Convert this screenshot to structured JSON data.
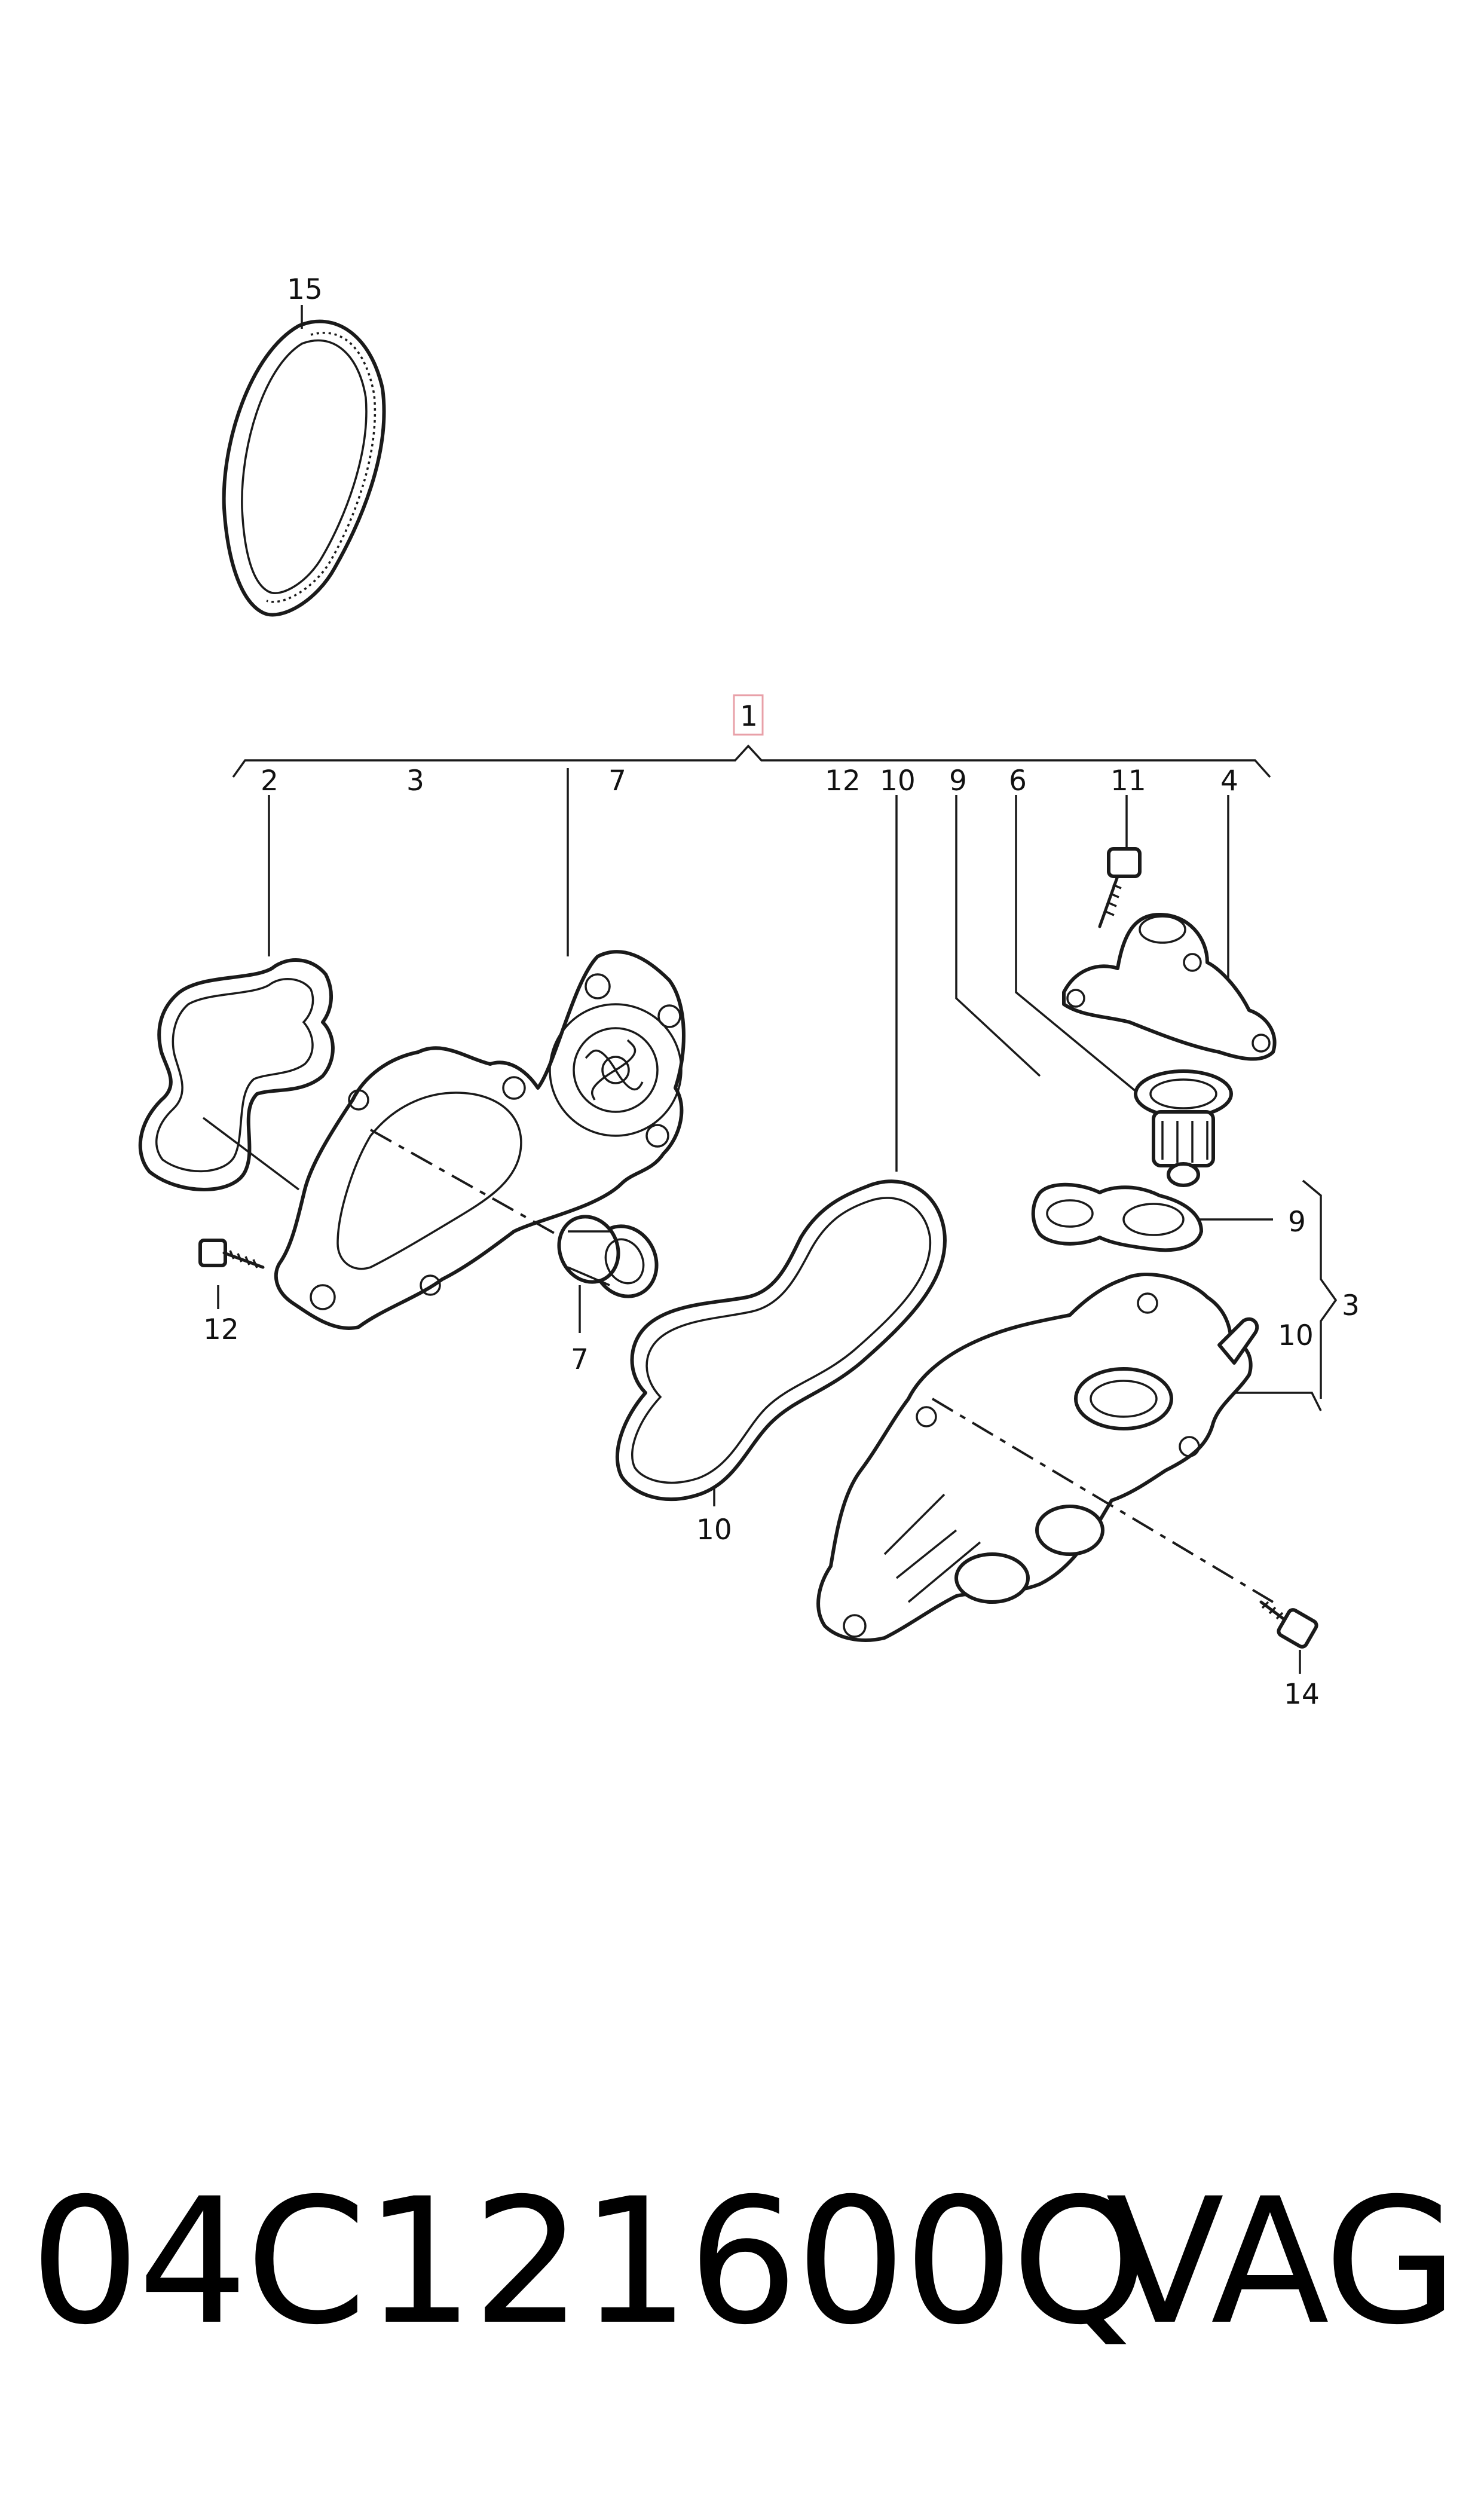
{
  "callouts": {
    "n1": "1",
    "n2": "2",
    "n3_top": "3",
    "n7_top": "7",
    "n12_top": "12",
    "n10_top": "10",
    "n9_top": "9",
    "n6": "6",
    "n11": "11",
    "n4": "4",
    "n15": "15",
    "n12_left": "12",
    "n7_bottom": "7",
    "n10_bottom": "10",
    "n9_right": "9",
    "n10_right": "10",
    "n3_right": "3",
    "n14": "14"
  },
  "part_number": "04C121600Q",
  "brand": "VAG",
  "colors": {
    "highlight_box": "#e8a0a8",
    "line": "#1a1a1a"
  }
}
